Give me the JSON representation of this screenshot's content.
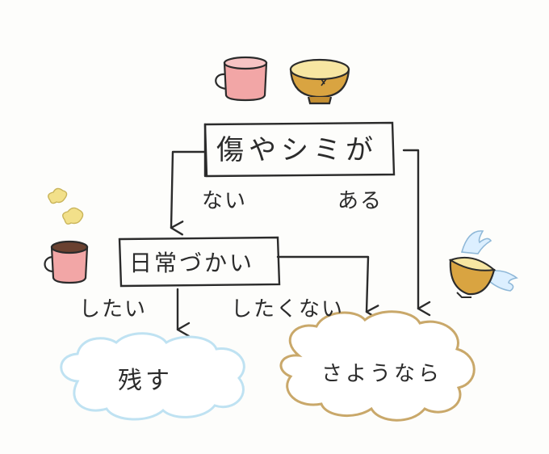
{
  "question1": "傷やシミが",
  "question1_answers": {
    "no": "ない",
    "yes": "ある"
  },
  "question2": "日常づかい",
  "question2_answers": {
    "want": "したい",
    "dont_want": "したくない"
  },
  "result_keep": "残す",
  "result_goodbye": "さようなら",
  "colors": {
    "ink": "#2b2b2b",
    "keep_cloud": "#bfe2f2",
    "goodbye_cloud": "#c9a86a",
    "mug_pink": "#f2a6a6",
    "bowl_gold": "#d9a441",
    "coffee": "#6a4130",
    "steam": "#f2e08a"
  },
  "icons": [
    "pink-mug-icon",
    "gold-bowl-icon",
    "coffee-mug-icon",
    "steam-icon",
    "winged-bowl-icon"
  ]
}
